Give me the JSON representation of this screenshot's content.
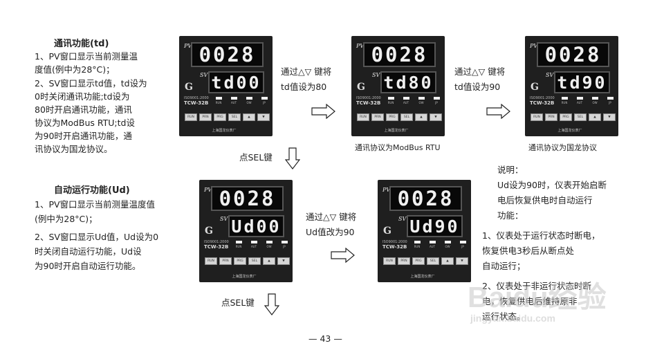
{
  "section1": {
    "title": "通讯功能(td)",
    "items": [
      "1、PV窗口显示当前测量温\n度值(例中为28°C)；",
      "2、SV窗口显示td值，td设为\n0时关闭通讯功能;td设为\n80时开启通讯功能，通讯\n协议为ModBus RTU;td设\n为90时开启通讯功能，通\n讯协议为国龙协议。"
    ]
  },
  "section2": {
    "title": "自动运行功能(Ud)",
    "items": [
      "1、PV窗口显示当前测量温度值\n(例中为28°C)；",
      "2、SV窗口显示Ud值，Ud设为0\n时关闭自动运行功能，Ud设\n为90时开启自动运行功能。"
    ]
  },
  "panel_labels": {
    "pv": "PV",
    "sv": "SV",
    "logo": "G",
    "iso": "ISO9001:2000",
    "model": "TCW-32B",
    "leds": [
      "RUN",
      "AUT",
      "OW",
      "JP"
    ],
    "buttons": [
      "RUN",
      "PRN",
      "PRG",
      "SEL",
      "▲",
      "▼"
    ],
    "maker": "上海国龙仪表厂"
  },
  "panels": [
    {
      "pv": "0028",
      "sv": "td00"
    },
    {
      "pv": "0028",
      "sv": "td80"
    },
    {
      "pv": "0028",
      "sv": "td90"
    },
    {
      "pv": "0028",
      "sv": "Ud00"
    },
    {
      "pv": "0028",
      "sv": "Ud90"
    }
  ],
  "instr1": "通过△▽ 键将\ntd值设为80",
  "instr2": "通过△▽ 键将\ntd值设为90",
  "instr3": "通过△▽ 键将\nUd值改为90",
  "caption1": "通讯协议为ModBus RTU",
  "caption2": "通讯协议为国龙协议",
  "sel1": "点SEL键",
  "sel2": "点SEL键",
  "note": {
    "title": "说明：",
    "body": "Ud设为90时，仪表开始启断\n电后恢复供电时自动运行\n功能：",
    "items": [
      "1、仪表处于运行状态时断电，\n恢复供电3秒后从断点处\n自动运行；",
      "2、仪表处于非运行状态时断\n电，恢复供电后维持原非\n运行状态。"
    ]
  },
  "page_number": "— 43 —",
  "watermark": {
    "main": "Baidu经验",
    "sub": "jingyan.baidu.com"
  }
}
